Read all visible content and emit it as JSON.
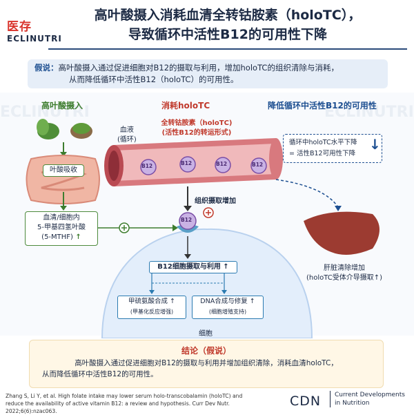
{
  "logo": {
    "cn": "医存",
    "en": "ECLINUTRI"
  },
  "watermark": "ECLINUTRI",
  "title": {
    "line1": "高叶酸摄入消耗血清全转钴胺素（holoTC），",
    "line2": "导致循环中活性B12的可用性下降"
  },
  "hypothesis": {
    "label": "假说：",
    "line1": "高叶酸摄入通过促进细胞对B12的摄取与利用，增加holoTC的组织清除与消耗，",
    "line2": "从而降低循环中活性B12（holoTC）的可用性。"
  },
  "columns": {
    "left": "高叶酸摄入",
    "middle": "消耗holoTC",
    "right": "降低循环中活性B12的可用性"
  },
  "left": {
    "folate_absorption": "叶酸吸收",
    "mthf_line1": "血清/细胞内",
    "mthf_line2": "5-甲基四氢叶酸",
    "mthf_line3": "(5-MTHF)"
  },
  "middle": {
    "blood_line1": "血液",
    "blood_line2": "(循环)",
    "holotc_line1": "全转钴胺素（holoTC)",
    "holotc_line2": "(活性B12的转运形式)",
    "b12_label": "B12",
    "tissue_uptake": "组织摄取增加",
    "cell_uptake": "B12细胞摄取与利用",
    "methionine_line1": "甲硫氨酸合成",
    "methionine_line2": "(甲基化反应增强)",
    "dna_line1": "DNA合成与修复",
    "dna_line2": "(细胞增殖支持)",
    "cell_label": "细胞"
  },
  "right": {
    "level_line1": "循环中holoTC水平下降",
    "level_line2": "= 活性B12可用性下降",
    "liver_line1": "肝脏清除增加",
    "liver_line2": "(holoTC受体介导摄取↑)"
  },
  "conclusion": {
    "title": "结论（假说）",
    "line1": "高叶酸摄入通过促进细胞对B12的摄取与利用并增加组织清除，消耗血清holoTC，",
    "line2": "从而降低循环中活性B12的可用性。"
  },
  "citation": {
    "line1": "Zhang S, Li Y, et al. High folate intake may lower serum holo-transcobalamin (holoTC) and",
    "line2": "reduce the availability of active vitamin B12: a review and hypothesis. Curr Dev Nutr. 2022;6(6):nzac063."
  },
  "journal": {
    "abbr": "CDN",
    "line1": "Current Developments",
    "line2": "in Nutrition"
  },
  "colors": {
    "navy": "#1c2a44",
    "red": "#d9332b",
    "green": "#4d8a3c",
    "blue": "#1d4f91",
    "purple": "#7a4ea6"
  },
  "icons": [
    "spinach-icon",
    "leafy-greens-icon",
    "intestine-icon",
    "blood-vessel-icon",
    "holotc-molecule-icon",
    "receptor-icon",
    "cell-icon",
    "liver-icon",
    "down-arrow-icon",
    "up-arrow-icon",
    "plus-icon"
  ]
}
